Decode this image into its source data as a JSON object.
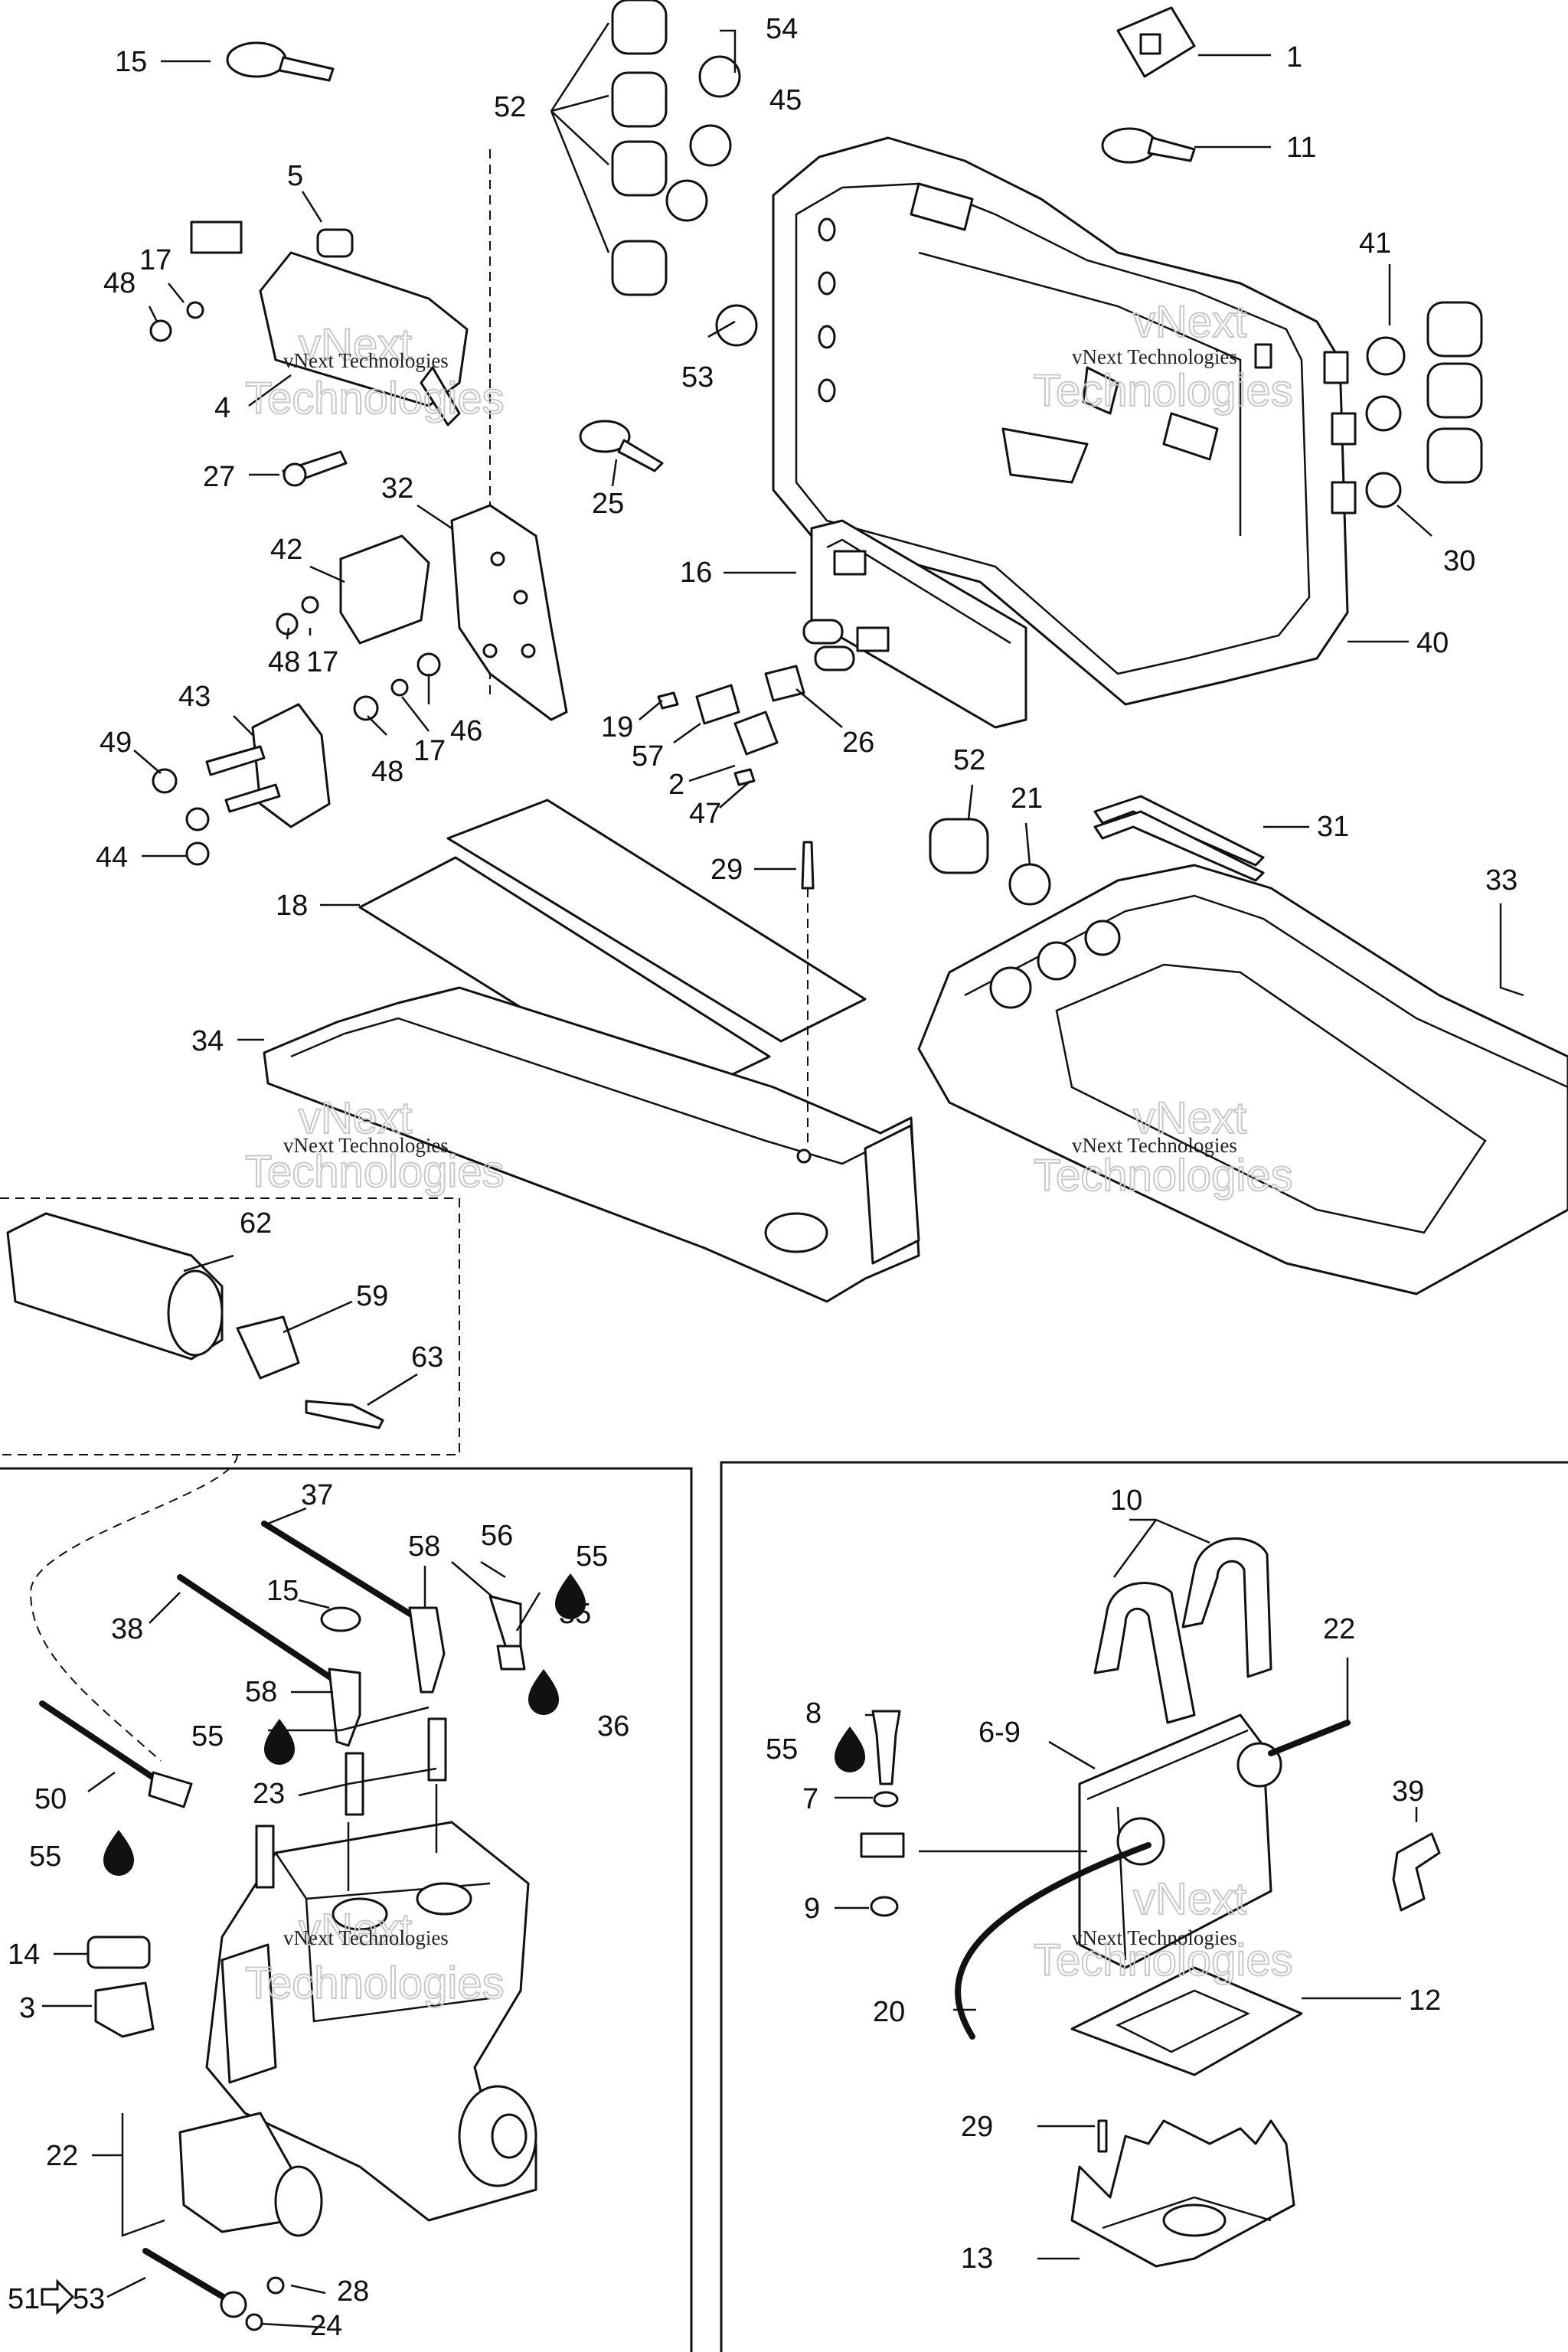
{
  "labels": [
    {
      "id": "l15a",
      "text": "15"
    },
    {
      "id": "l52a",
      "text": "52"
    },
    {
      "id": "l54",
      "text": "54"
    },
    {
      "id": "l45",
      "text": "45"
    },
    {
      "id": "l1",
      "text": "1"
    },
    {
      "id": "l11",
      "text": "11"
    },
    {
      "id": "l5",
      "text": "5"
    },
    {
      "id": "l17a",
      "text": "17"
    },
    {
      "id": "l48a",
      "text": "48"
    },
    {
      "id": "l4",
      "text": "4"
    },
    {
      "id": "l27",
      "text": "27"
    },
    {
      "id": "l53a",
      "text": "53"
    },
    {
      "id": "l41",
      "text": "41"
    },
    {
      "id": "l25",
      "text": "25"
    },
    {
      "id": "l32",
      "text": "32"
    },
    {
      "id": "l42",
      "text": "42"
    },
    {
      "id": "l30",
      "text": "30"
    },
    {
      "id": "l16",
      "text": "16"
    },
    {
      "id": "l40",
      "text": "40"
    },
    {
      "id": "l48b",
      "text": "48"
    },
    {
      "id": "l17b",
      "text": "17"
    },
    {
      "id": "l43",
      "text": "43"
    },
    {
      "id": "l19",
      "text": "19"
    },
    {
      "id": "l26",
      "text": "26"
    },
    {
      "id": "l49",
      "text": "49"
    },
    {
      "id": "l46",
      "text": "46"
    },
    {
      "id": "l57",
      "text": "57"
    },
    {
      "id": "l48c",
      "text": "48"
    },
    {
      "id": "l17c",
      "text": "17"
    },
    {
      "id": "l2",
      "text": "2"
    },
    {
      "id": "l52b",
      "text": "52"
    },
    {
      "id": "l21",
      "text": "21"
    },
    {
      "id": "l47",
      "text": "47"
    },
    {
      "id": "l44",
      "text": "44"
    },
    {
      "id": "l31",
      "text": "31"
    },
    {
      "id": "l29a",
      "text": "29"
    },
    {
      "id": "l33",
      "text": "33"
    },
    {
      "id": "l18",
      "text": "18"
    },
    {
      "id": "l34",
      "text": "34"
    },
    {
      "id": "l62",
      "text": "62"
    },
    {
      "id": "l59",
      "text": "59"
    },
    {
      "id": "l63",
      "text": "63"
    },
    {
      "id": "l37",
      "text": "37"
    },
    {
      "id": "l10",
      "text": "10"
    },
    {
      "id": "l58a",
      "text": "58"
    },
    {
      "id": "l56",
      "text": "56"
    },
    {
      "id": "l55a",
      "text": "55"
    },
    {
      "id": "l35",
      "text": "35"
    },
    {
      "id": "l38",
      "text": "38"
    },
    {
      "id": "l15b",
      "text": "15"
    },
    {
      "id": "l22a",
      "text": "22"
    },
    {
      "id": "l58b",
      "text": "58"
    },
    {
      "id": "l55b",
      "text": "55"
    },
    {
      "id": "l36",
      "text": "36"
    },
    {
      "id": "l8",
      "text": "8"
    },
    {
      "id": "l55c",
      "text": "55"
    },
    {
      "id": "l69",
      "text": "6-9"
    },
    {
      "id": "l23",
      "text": "23"
    },
    {
      "id": "l7",
      "text": "7"
    },
    {
      "id": "l39",
      "text": "39"
    },
    {
      "id": "l50",
      "text": "50"
    },
    {
      "id": "l55d",
      "text": "55"
    },
    {
      "id": "l9",
      "text": "9"
    },
    {
      "id": "l14",
      "text": "14"
    },
    {
      "id": "l3",
      "text": "3"
    },
    {
      "id": "l12",
      "text": "12"
    },
    {
      "id": "l20",
      "text": "20"
    },
    {
      "id": "l22b",
      "text": "22"
    },
    {
      "id": "l29b",
      "text": "29"
    },
    {
      "id": "l28",
      "text": "28"
    },
    {
      "id": "l13",
      "text": "13"
    },
    {
      "id": "l51",
      "text": "51"
    },
    {
      "id": "l53b",
      "text": "53"
    },
    {
      "id": "l24",
      "text": "24"
    }
  ],
  "watermark": {
    "small": "vNext Technologies",
    "large_top": "vNext",
    "large_bottom": "Technologies"
  },
  "icons": [
    "drop-icon",
    "arrow-right-icon"
  ]
}
